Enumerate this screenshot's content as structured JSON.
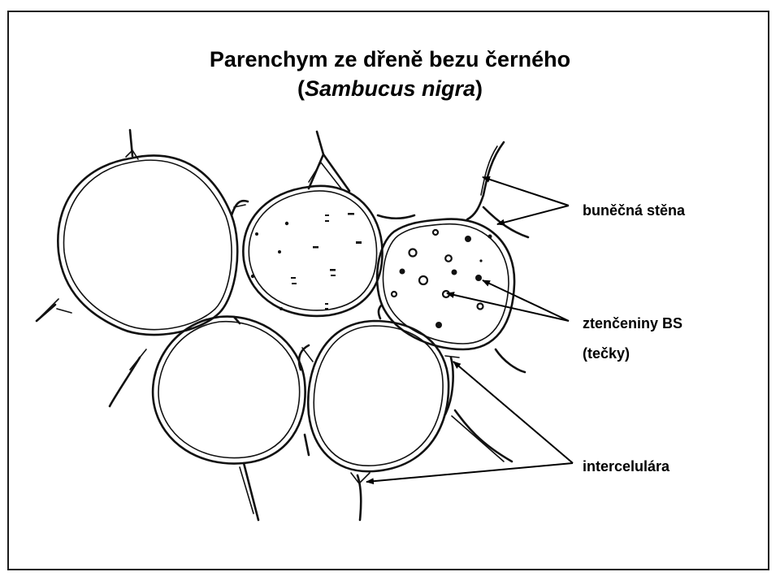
{
  "title": {
    "line1": "Parenchym ze dřeně bezu černého",
    "line2_open": "(",
    "line2_species": "Sambucus nigra",
    "line2_close": ")"
  },
  "labels": {
    "cell_wall": "buněčná stěna",
    "pits_line1": "ztenčeniny BS",
    "pits_line2": "(tečky)",
    "intercellular": "intercelulára"
  },
  "colors": {
    "ink": "#111111",
    "background": "#ffffff",
    "frame": "#1a1a1a"
  }
}
